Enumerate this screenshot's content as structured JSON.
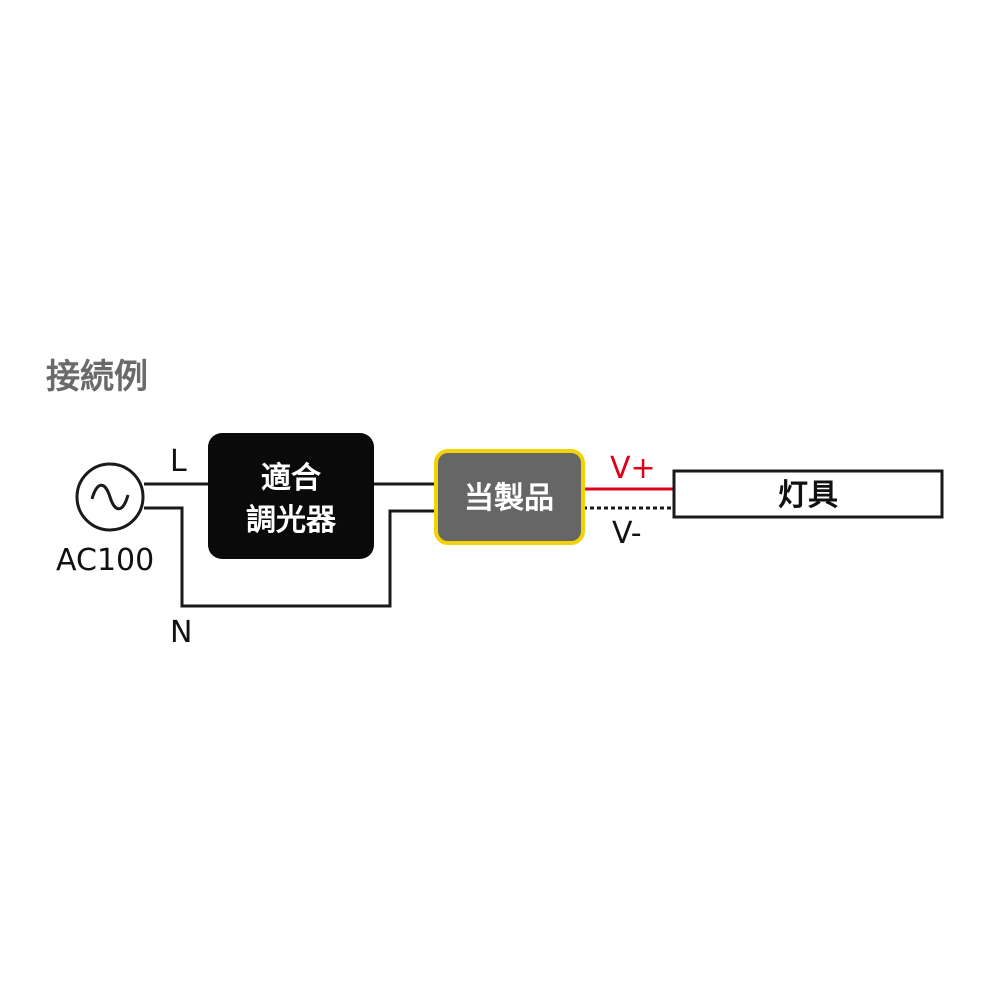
{
  "diagram": {
    "title": "接続例",
    "source_label": "AC100",
    "line_label": "L",
    "neutral_label": "N",
    "dimmer_line1": "適合",
    "dimmer_line2": "調光器",
    "product_label": "当製品",
    "vplus_label": "V+",
    "vminus_label": "V-",
    "fixture_label": "灯具"
  },
  "colors": {
    "title": "#6a6a6a",
    "wire": "#1a1a1a",
    "positive_wire": "#e0001a",
    "dimmer_fill": "#0a0a0a",
    "product_fill": "#666666",
    "product_border": "#f2d200",
    "box_text": "#ffffff"
  },
  "icons": {
    "source": "ac-source-icon"
  }
}
